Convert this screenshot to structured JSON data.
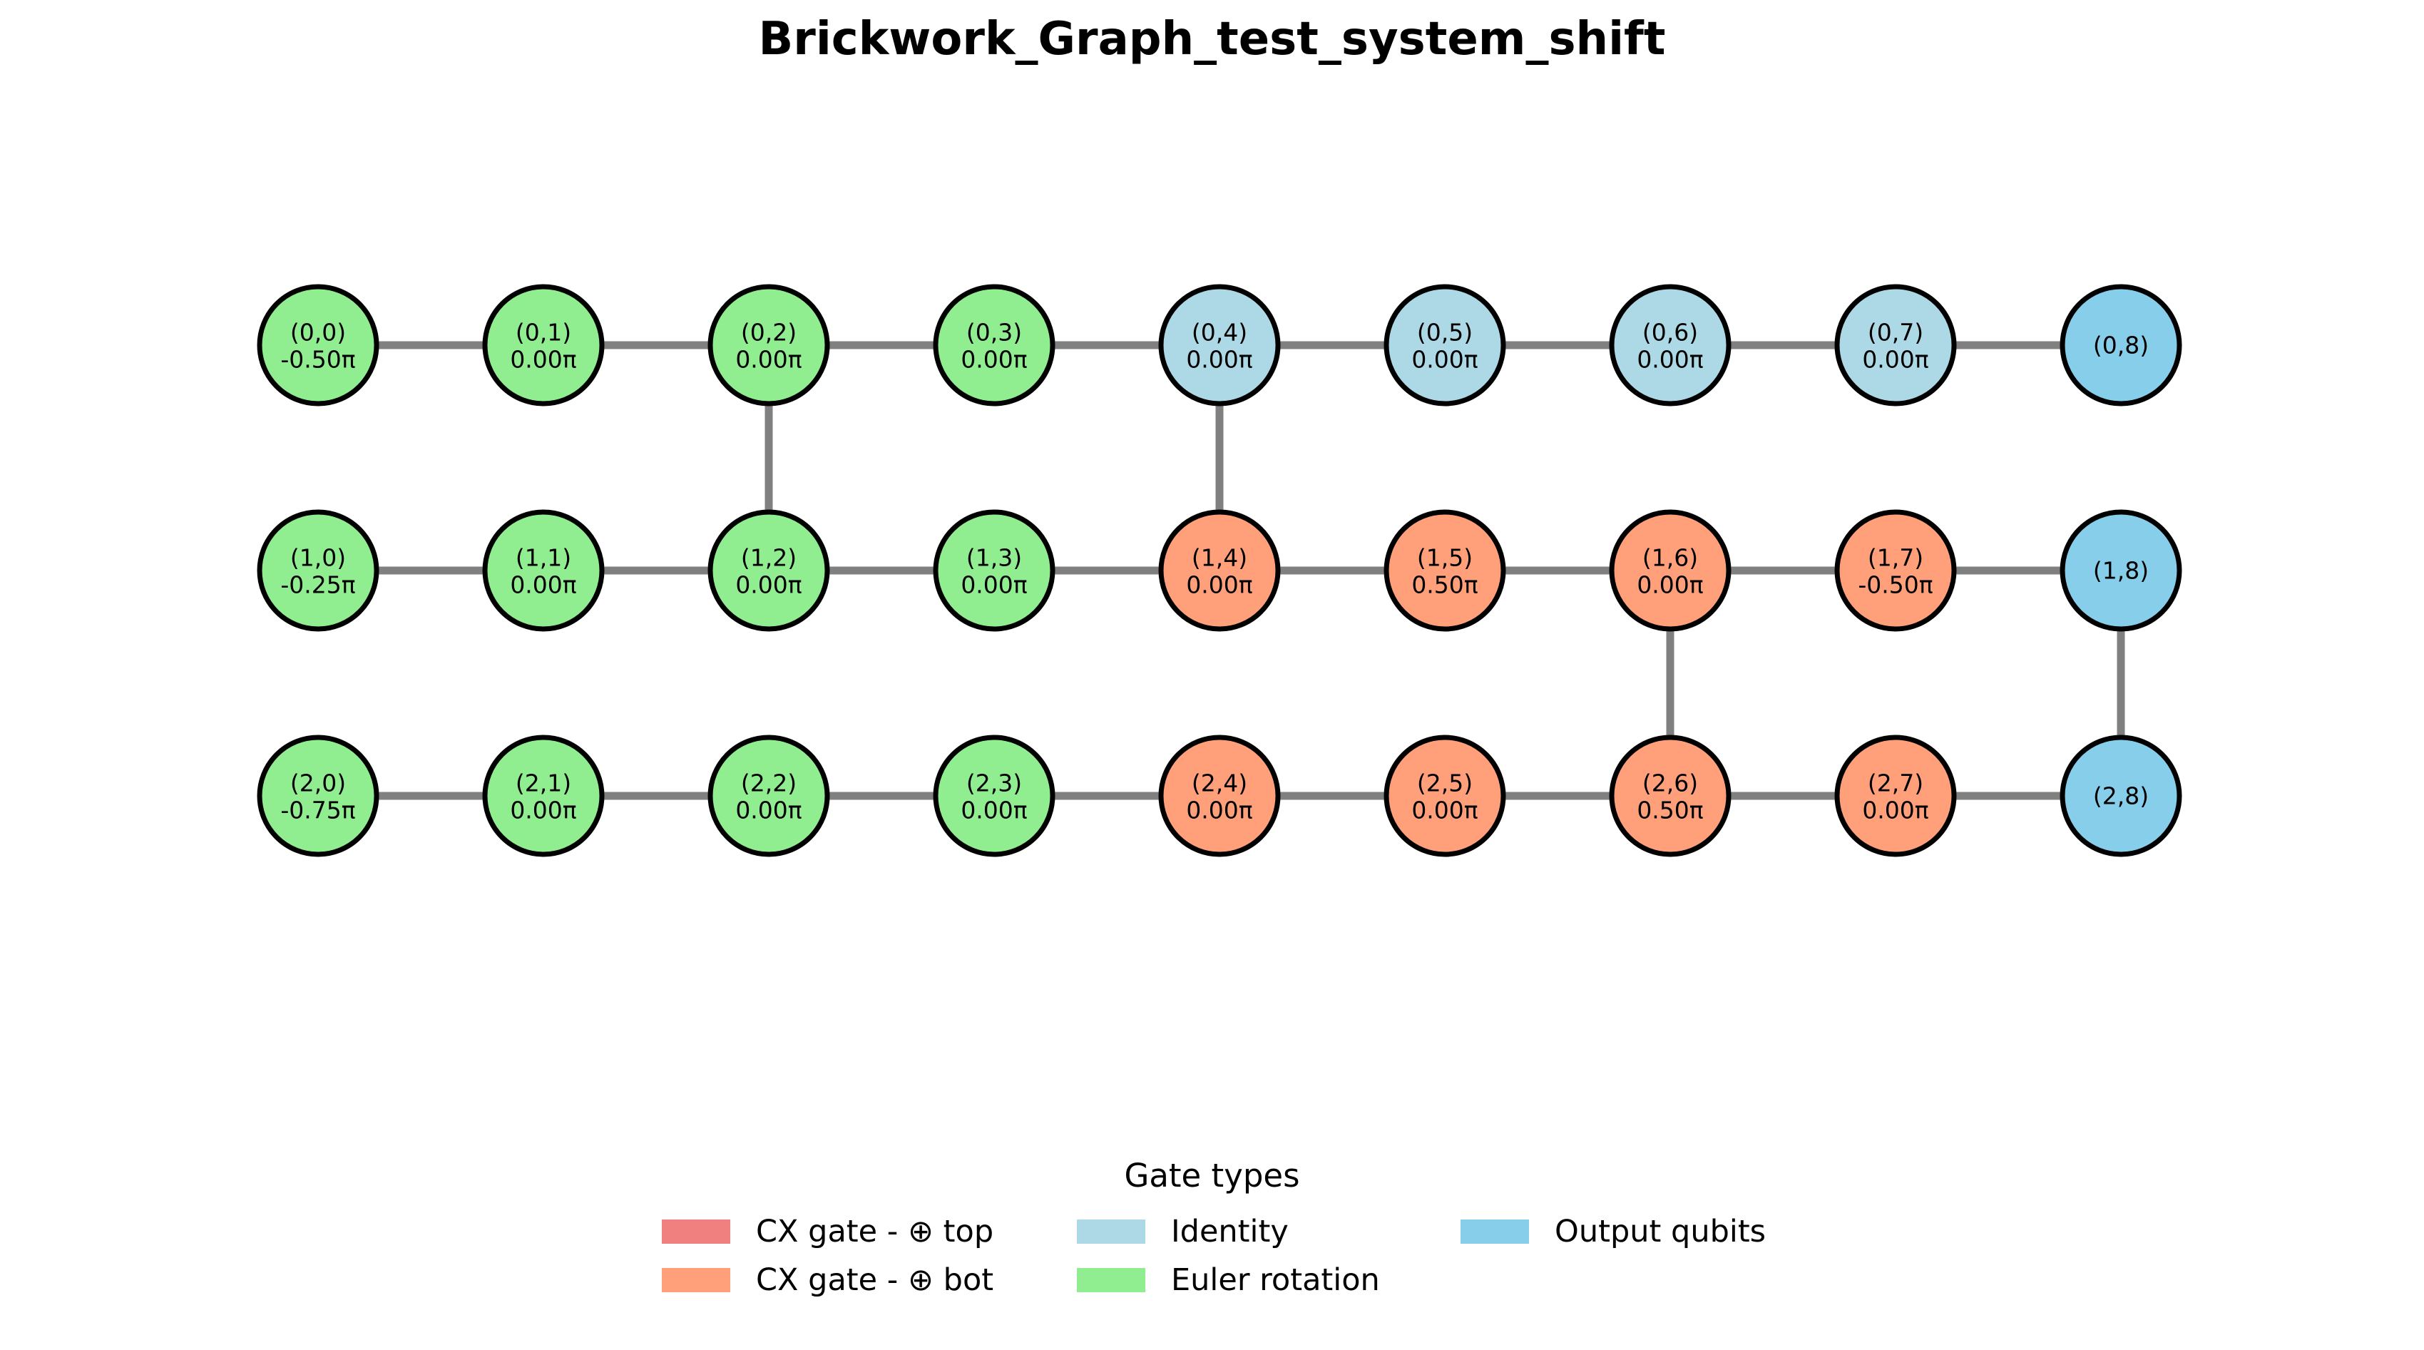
{
  "title": "Brickwork_Graph_test_system_shift",
  "colors": {
    "edge": "#808080",
    "node_stroke": "#000000",
    "euler": "#90ee90",
    "identity": "#add8e6",
    "cx_bot": "#ffa07a",
    "cx_top": "#f08080",
    "output": "#87ceeb"
  },
  "nodes": [
    {
      "id": "(0,0)",
      "row": 0,
      "col": 0,
      "angle": "-0.50π",
      "type": "euler"
    },
    {
      "id": "(0,1)",
      "row": 0,
      "col": 1,
      "angle": "0.00π",
      "type": "euler"
    },
    {
      "id": "(0,2)",
      "row": 0,
      "col": 2,
      "angle": "0.00π",
      "type": "euler"
    },
    {
      "id": "(0,3)",
      "row": 0,
      "col": 3,
      "angle": "0.00π",
      "type": "euler"
    },
    {
      "id": "(0,4)",
      "row": 0,
      "col": 4,
      "angle": "0.00π",
      "type": "identity"
    },
    {
      "id": "(0,5)",
      "row": 0,
      "col": 5,
      "angle": "0.00π",
      "type": "identity"
    },
    {
      "id": "(0,6)",
      "row": 0,
      "col": 6,
      "angle": "0.00π",
      "type": "identity"
    },
    {
      "id": "(0,7)",
      "row": 0,
      "col": 7,
      "angle": "0.00π",
      "type": "identity"
    },
    {
      "id": "(0,8)",
      "row": 0,
      "col": 8,
      "angle": "",
      "type": "output"
    },
    {
      "id": "(1,0)",
      "row": 1,
      "col": 0,
      "angle": "-0.25π",
      "type": "euler"
    },
    {
      "id": "(1,1)",
      "row": 1,
      "col": 1,
      "angle": "0.00π",
      "type": "euler"
    },
    {
      "id": "(1,2)",
      "row": 1,
      "col": 2,
      "angle": "0.00π",
      "type": "euler"
    },
    {
      "id": "(1,3)",
      "row": 1,
      "col": 3,
      "angle": "0.00π",
      "type": "euler"
    },
    {
      "id": "(1,4)",
      "row": 1,
      "col": 4,
      "angle": "0.00π",
      "type": "cx_bot"
    },
    {
      "id": "(1,5)",
      "row": 1,
      "col": 5,
      "angle": "0.50π",
      "type": "cx_bot"
    },
    {
      "id": "(1,6)",
      "row": 1,
      "col": 6,
      "angle": "0.00π",
      "type": "cx_bot"
    },
    {
      "id": "(1,7)",
      "row": 1,
      "col": 7,
      "angle": "-0.50π",
      "type": "cx_bot"
    },
    {
      "id": "(1,8)",
      "row": 1,
      "col": 8,
      "angle": "",
      "type": "output"
    },
    {
      "id": "(2,0)",
      "row": 2,
      "col": 0,
      "angle": "-0.75π",
      "type": "euler"
    },
    {
      "id": "(2,1)",
      "row": 2,
      "col": 1,
      "angle": "0.00π",
      "type": "euler"
    },
    {
      "id": "(2,2)",
      "row": 2,
      "col": 2,
      "angle": "0.00π",
      "type": "euler"
    },
    {
      "id": "(2,3)",
      "row": 2,
      "col": 3,
      "angle": "0.00π",
      "type": "euler"
    },
    {
      "id": "(2,4)",
      "row": 2,
      "col": 4,
      "angle": "0.00π",
      "type": "cx_bot"
    },
    {
      "id": "(2,5)",
      "row": 2,
      "col": 5,
      "angle": "0.00π",
      "type": "cx_bot"
    },
    {
      "id": "(2,6)",
      "row": 2,
      "col": 6,
      "angle": "0.50π",
      "type": "cx_bot"
    },
    {
      "id": "(2,7)",
      "row": 2,
      "col": 7,
      "angle": "0.00π",
      "type": "cx_bot"
    },
    {
      "id": "(2,8)",
      "row": 2,
      "col": 8,
      "angle": "",
      "type": "output"
    }
  ],
  "vertical_edges": [
    {
      "col": 2,
      "from_row": 0,
      "to_row": 1
    },
    {
      "col": 4,
      "from_row": 0,
      "to_row": 1
    },
    {
      "col": 6,
      "from_row": 1,
      "to_row": 2
    },
    {
      "col": 8,
      "from_row": 1,
      "to_row": 2
    }
  ],
  "legend": {
    "title": "Gate types",
    "items": [
      {
        "label": "CX gate - ⊕ top",
        "type": "cx_top"
      },
      {
        "label": "CX gate - ⊕ bot",
        "type": "cx_bot"
      },
      {
        "label": "Identity",
        "type": "identity"
      },
      {
        "label": "Euler rotation",
        "type": "euler"
      },
      {
        "label": "Output qubits",
        "type": "output"
      }
    ]
  }
}
